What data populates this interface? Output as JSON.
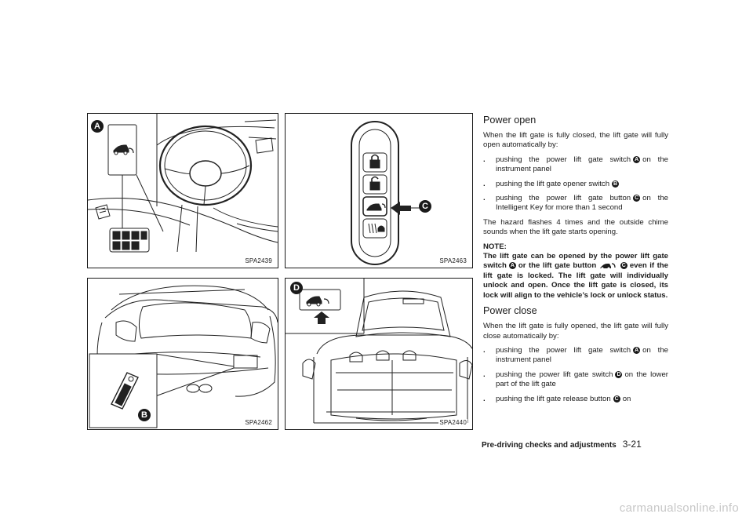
{
  "figures": [
    {
      "code": "SPA2439",
      "callout": "A"
    },
    {
      "code": "SPA2463",
      "callout": "C"
    },
    {
      "code": "SPA2462",
      "callout": "B"
    },
    {
      "code": "SPA2440",
      "callout": "D"
    }
  ],
  "text": {
    "h_open": "Power open",
    "p_open": "When the lift gate is fully closed, the lift gate will fully open automatically by:",
    "bullet": ".",
    "b1_pre": "pushing the power lift gate switch",
    "b1_post": "on the instrument panel",
    "b2_pre": "pushing the lift gate opener switch",
    "b3_pre": "pushing the power lift gate button",
    "b3_post": "on the Intelligent Key for more than 1 second",
    "p_hazard": "The hazard flashes 4 times and the outside chime sounds when the lift gate starts opening.",
    "note_label": "NOTE:",
    "note_1": "The lift gate can be opened by the power lift gate switch",
    "note_2": "or the lift gate button",
    "note_3": "even if the lift gate is locked. The lift gate will individually unlock and open. Once the lift gate is closed, its lock will align to the vehicle’s lock or unlock status.",
    "h_close": "Power close",
    "p_close": "When the lift gate is fully opened, the lift gate will fully close automatically by:",
    "c1_pre": "pushing the power lift gate switch",
    "c1_post": "on the instrument panel",
    "c2_pre": "pushing the power lift gate switch",
    "c2_post": "on the lower part of the lift gate",
    "c3_pre": "pushing the lift gate release button",
    "c3_post": "on"
  },
  "labels": {
    "a": "A",
    "b": "B",
    "c": "C",
    "d": "D"
  },
  "footer": {
    "section": "Pre-driving checks and adjustments",
    "page": "3-21"
  },
  "watermark": "carmanualsonline.info"
}
